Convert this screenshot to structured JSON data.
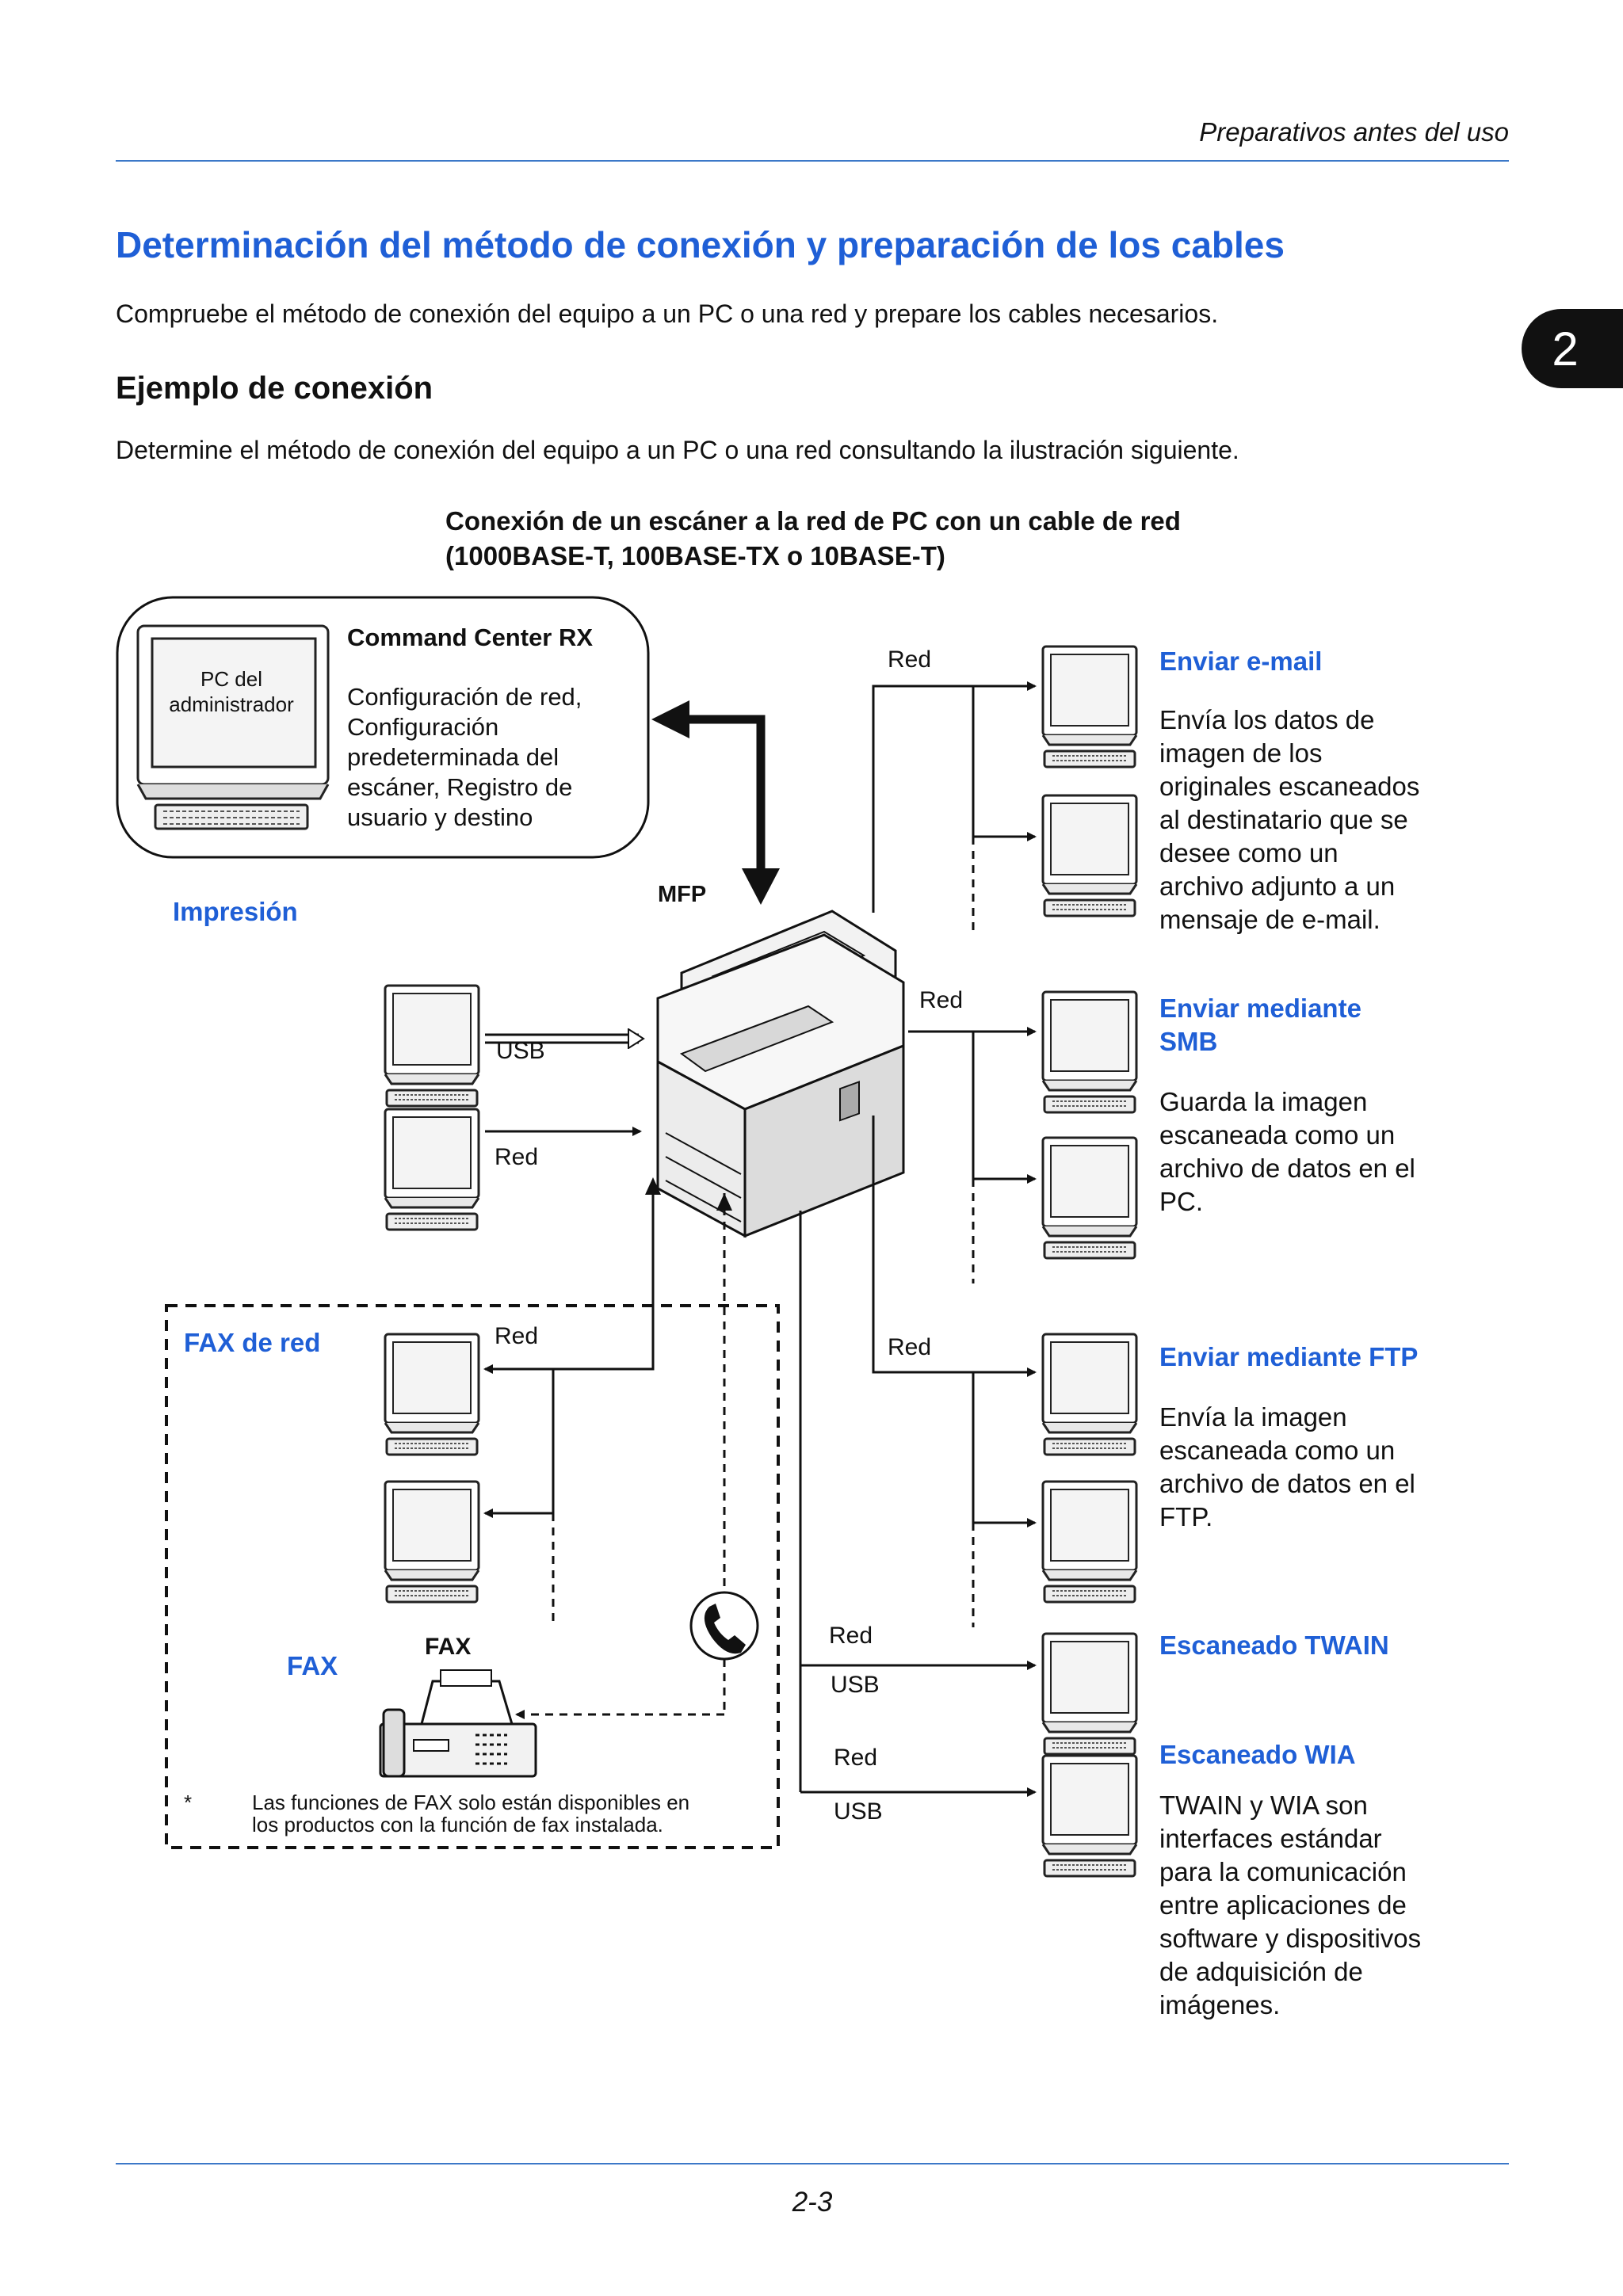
{
  "header": {
    "running_title": "Preparativos antes del uso",
    "chapter_number": "2"
  },
  "section_title": "Determinación del método de conexión y preparación de los cables",
  "intro": "Compruebe el método de conexión del equipo a un PC o una red y prepare los cables necesarios.",
  "subsection_title": "Ejemplo de conexión",
  "subsection_intro": "Determine el método de conexión del equipo a un PC o una red consultando la ilustración siguiente.",
  "diagram": {
    "caption_line1": "Conexión de un escáner a la red de PC con un cable de red",
    "caption_line2": "(1000BASE-T, 100BASE-TX o 10BASE-T)",
    "admin_pc_line1": "PC del",
    "admin_pc_line2": "administrador",
    "command_center_title": "Command Center RX",
    "command_center_lines": [
      "Configuración de red,",
      "Configuración",
      "predeterminada del",
      "escáner, Registro de",
      "usuario y destino"
    ],
    "mfp_label": "MFP",
    "print_label": "Impresión",
    "usb": "USB",
    "red": "Red",
    "fax_network_label": "FAX de red",
    "fax_label": "FAX",
    "fax_device_label": "FAX",
    "footnote_mark": "*",
    "footnote_line1": "Las funciones de FAX solo están disponibles en",
    "footnote_line2": "los productos con la función de fax instalada.",
    "email_title": "Enviar e-mail",
    "email_lines": [
      "Envía los datos de",
      "imagen de los",
      "originales escaneados",
      "al destinatario que se",
      "desee como un",
      "archivo adjunto a un",
      "mensaje de e-mail."
    ],
    "smb_title_line1": "Enviar mediante",
    "smb_title_line2": "SMB",
    "smb_lines": [
      "Guarda la imagen",
      "escaneada como un",
      "archivo de datos en el",
      "PC."
    ],
    "ftp_title": "Enviar mediante FTP",
    "ftp_lines": [
      "Envía la imagen",
      "escaneada como un",
      "archivo de datos en el",
      "FTP."
    ],
    "twain_title": "Escaneado TWAIN",
    "wia_title": "Escaneado WIA",
    "wia_lines": [
      "TWAIN y WIA son",
      "interfaces estándar",
      "para la comunicación",
      "entre aplicaciones de",
      "software y dispositivos",
      "de adquisición de",
      "imágenes."
    ]
  },
  "footer": {
    "page_number": "2-3"
  }
}
